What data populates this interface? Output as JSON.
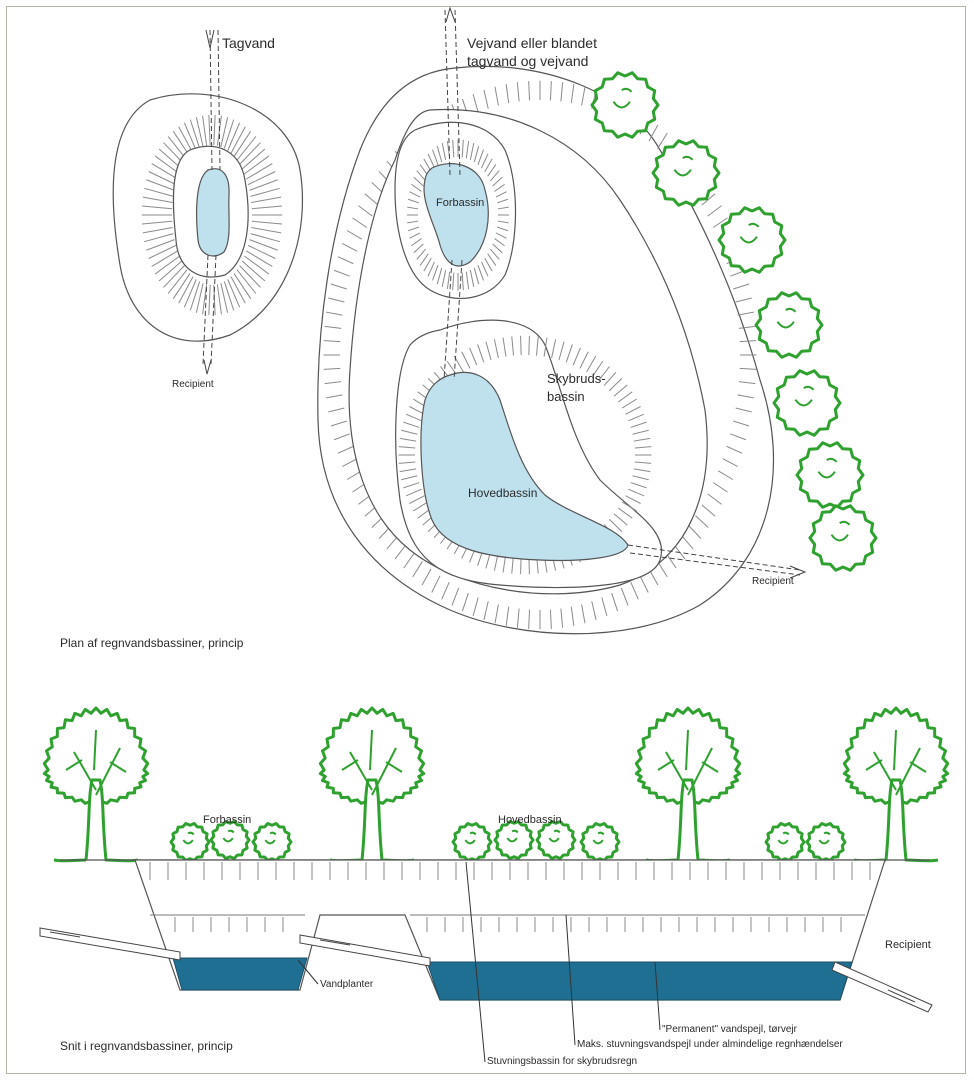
{
  "plan": {
    "inflow_roof": "Tagvand",
    "inflow_road_line1": "Vejvand eller blandet",
    "inflow_road_line2": "tagvand og vejvand",
    "outlet_left": "Recipient",
    "pre_basin": "Forbassin",
    "storm_basin_line1": "Skybruds-",
    "storm_basin_line2": "bassin",
    "main_basin": "Hovedbassin",
    "outlet_right": "Recipient",
    "caption": "Plan af regnvandsbassiner, princip"
  },
  "section": {
    "pre_basin": "Forbassin",
    "main_basin": "Hovedbassin",
    "outlet": "Recipient",
    "water_plants": "Vandplanter",
    "permanent_level": "\"Permanent\" vandspejl, tørvejr",
    "max_level": "Maks. stuvningsvandspejl under almindelige regnhændelser",
    "storm_storage": "Stuvningsbassin for skybrudsregn",
    "caption": "Snit i regnvandsbassiner, princip"
  },
  "colors": {
    "pond_fill": "#bfe1ee",
    "water_fill": "#1f6f93",
    "vegetation": "#2fa12f",
    "line": "#555555"
  }
}
